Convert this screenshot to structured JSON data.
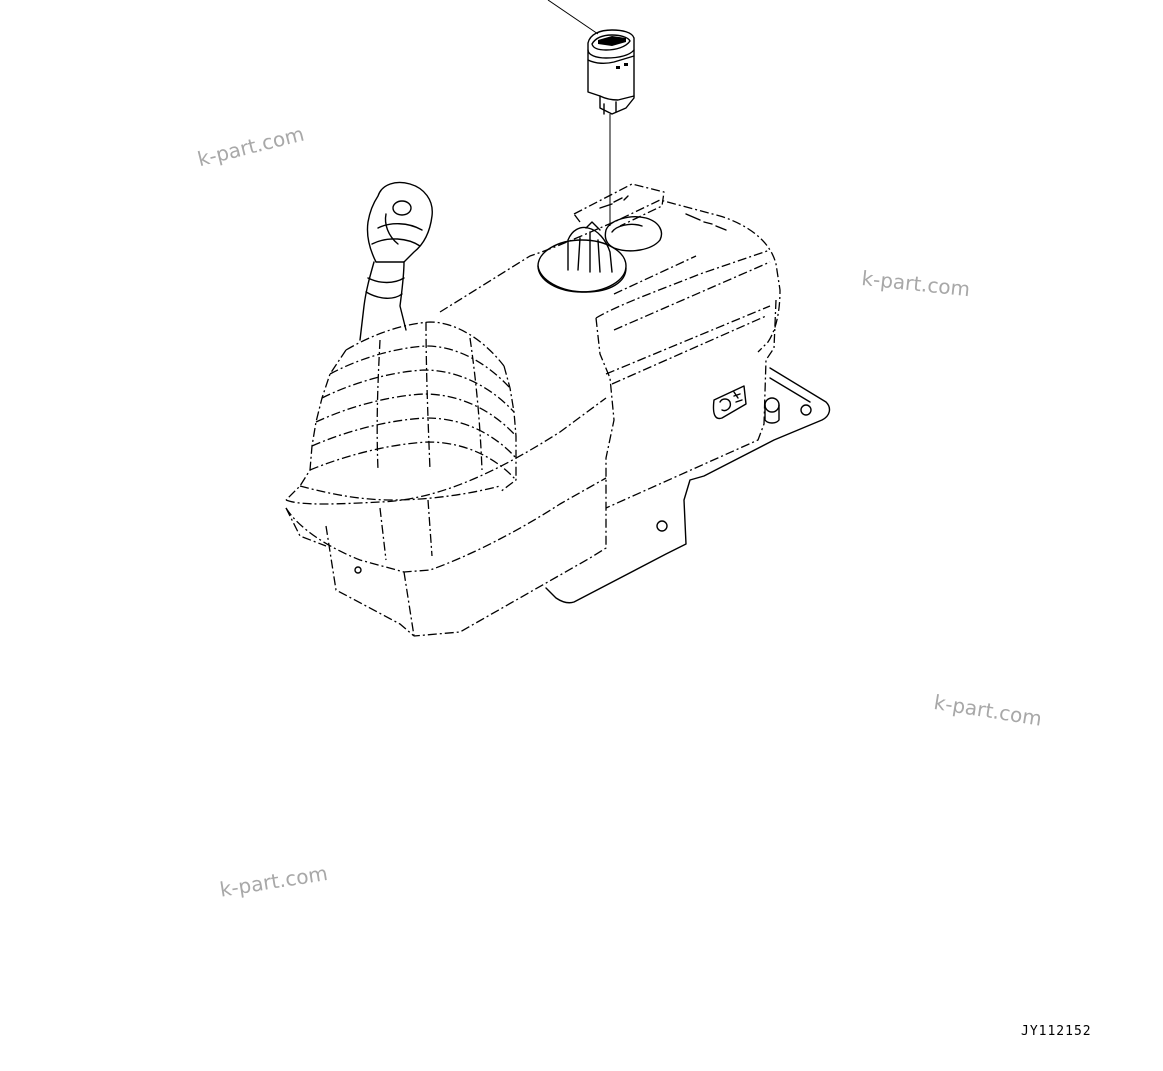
{
  "diagram": {
    "drawing_code": "JY112152",
    "watermarks": [
      "k-part.com",
      "k-part.com",
      "k-part.com",
      "k-part.com"
    ],
    "colors": {
      "line": "#000000",
      "background": "#ffffff",
      "watermark": "#a8a8a8"
    },
    "parts": [
      "switch",
      "control-lever",
      "lever-console",
      "mounting-bracket"
    ]
  }
}
